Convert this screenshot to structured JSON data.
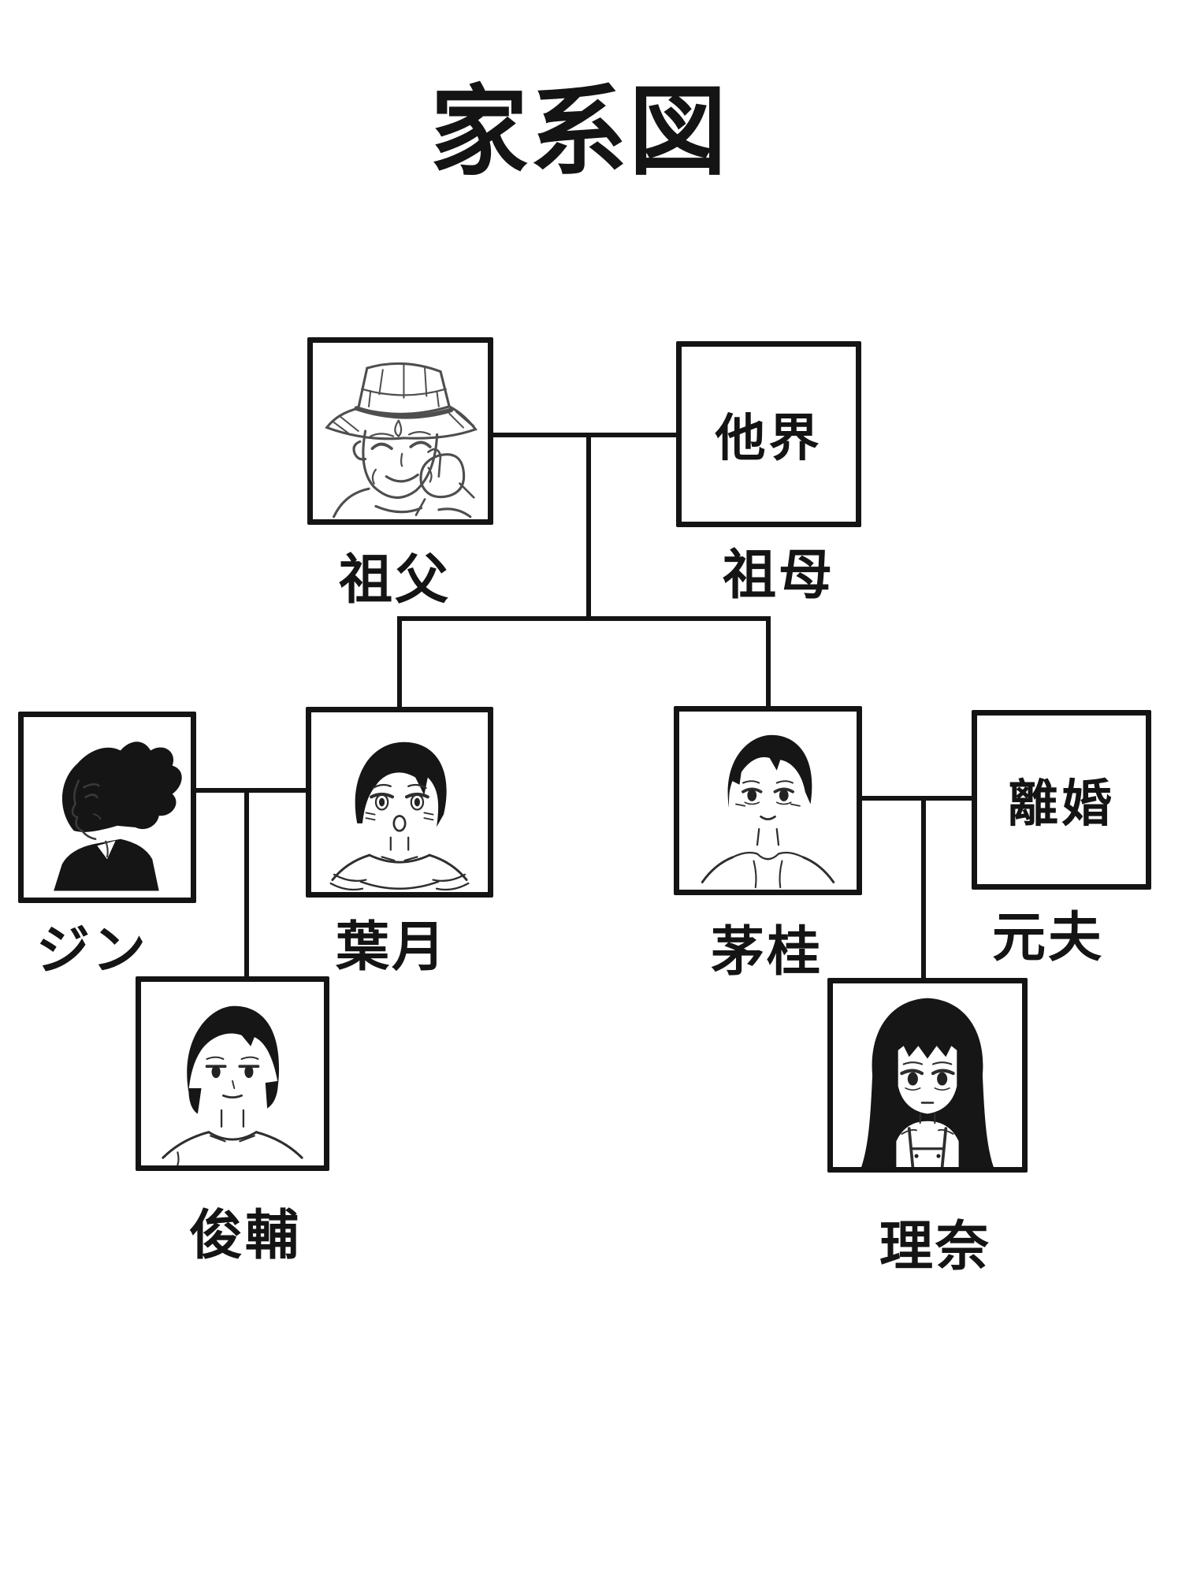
{
  "title": "家系図",
  "colors": {
    "ink": "#141414",
    "background": "#ffffff"
  },
  "people": {
    "grandfather": {
      "label": "祖父"
    },
    "grandmother": {
      "label": "祖母",
      "status": "他界"
    },
    "jin": {
      "label": "ジン"
    },
    "hazuki": {
      "label": "葉月"
    },
    "chigaya": {
      "label": "茅桂"
    },
    "ex_husband": {
      "label": "元夫",
      "status": "離婚"
    },
    "shunsuke": {
      "label": "俊輔"
    },
    "rina": {
      "label": "理奈"
    }
  }
}
